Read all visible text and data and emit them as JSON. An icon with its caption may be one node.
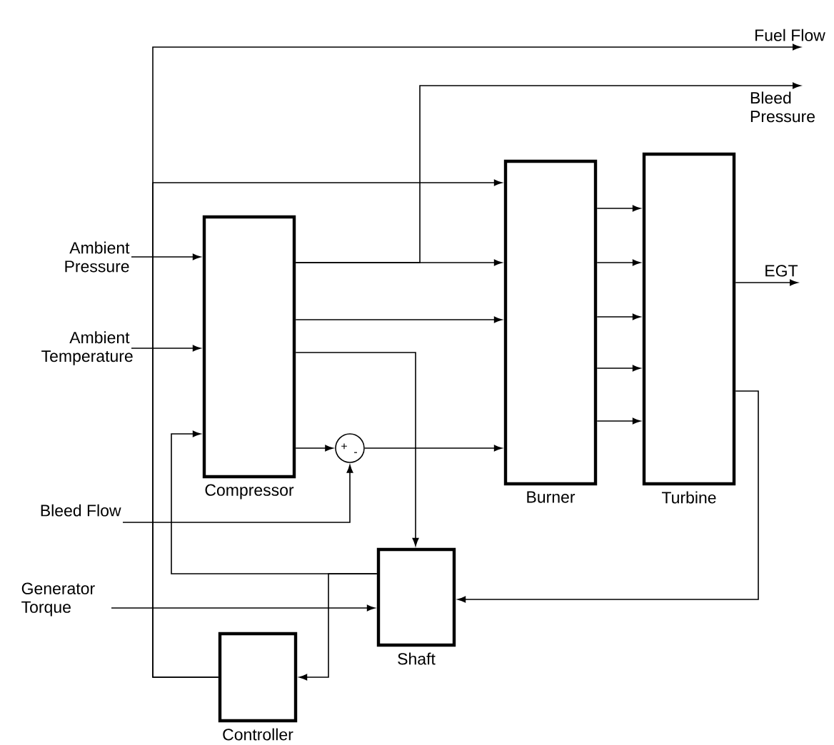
{
  "diagram": {
    "nodes": [
      {
        "text": [
          "Compressor"
        ]
      },
      {
        "text": [
          "Burner"
        ]
      },
      {
        "text": [
          "Turbine"
        ]
      },
      {
        "text": [
          "Shaft"
        ]
      },
      {
        "text": [
          "Controller"
        ]
      },
      {
        "text": [
          "+",
          "-"
        ]
      },
      {
        "text": [
          "Ambient Pressure"
        ]
      },
      {
        "text": [
          "Ambient Temperature"
        ]
      },
      {
        "text": [
          "Bleed Flow"
        ]
      },
      {
        "text": [
          "Generator Torque"
        ]
      },
      {
        "text": [
          "Fuel Flow"
        ]
      },
      {
        "text": [
          "Bleed Pressure"
        ]
      },
      {
        "text": [
          "EGT"
        ]
      }
    ],
    "edges": [
      {
        "from": 6,
        "to": 0,
        "arrow": "to"
      },
      {
        "from": 7,
        "to": 0,
        "arrow": "to"
      },
      {
        "from": 0,
        "to": 1,
        "arrow": "to"
      },
      {
        "from": 0,
        "to": 11,
        "arrow": "to"
      },
      {
        "from": 0,
        "to": 1,
        "arrow": "to"
      },
      {
        "from": 0,
        "to": 3,
        "arrow": "to"
      },
      {
        "from": 0,
        "to": 5,
        "arrow": "to"
      },
      {
        "from": 8,
        "to": 5,
        "arrow": "to"
      },
      {
        "from": 5,
        "to": 1,
        "arrow": "to"
      },
      {
        "from": 4,
        "to": 10,
        "arrow": "to"
      },
      {
        "from": 4,
        "to": 1,
        "arrow": "to"
      },
      {
        "from": 3,
        "to": 0,
        "arrow": "to"
      },
      {
        "from": 3,
        "to": 4,
        "arrow": "to"
      },
      {
        "from": 9,
        "to": 3,
        "arrow": "to"
      },
      {
        "from": 1,
        "to": 2,
        "arrow": "to"
      },
      {
        "from": 1,
        "to": 2,
        "arrow": "to"
      },
      {
        "from": 1,
        "to": 2,
        "arrow": "to"
      },
      {
        "from": 1,
        "to": 2,
        "arrow": "to"
      },
      {
        "from": 1,
        "to": 2,
        "arrow": "to"
      },
      {
        "from": 2,
        "to": 12,
        "arrow": "to"
      },
      {
        "from": 2,
        "to": 3,
        "arrow": "to"
      }
    ]
  }
}
